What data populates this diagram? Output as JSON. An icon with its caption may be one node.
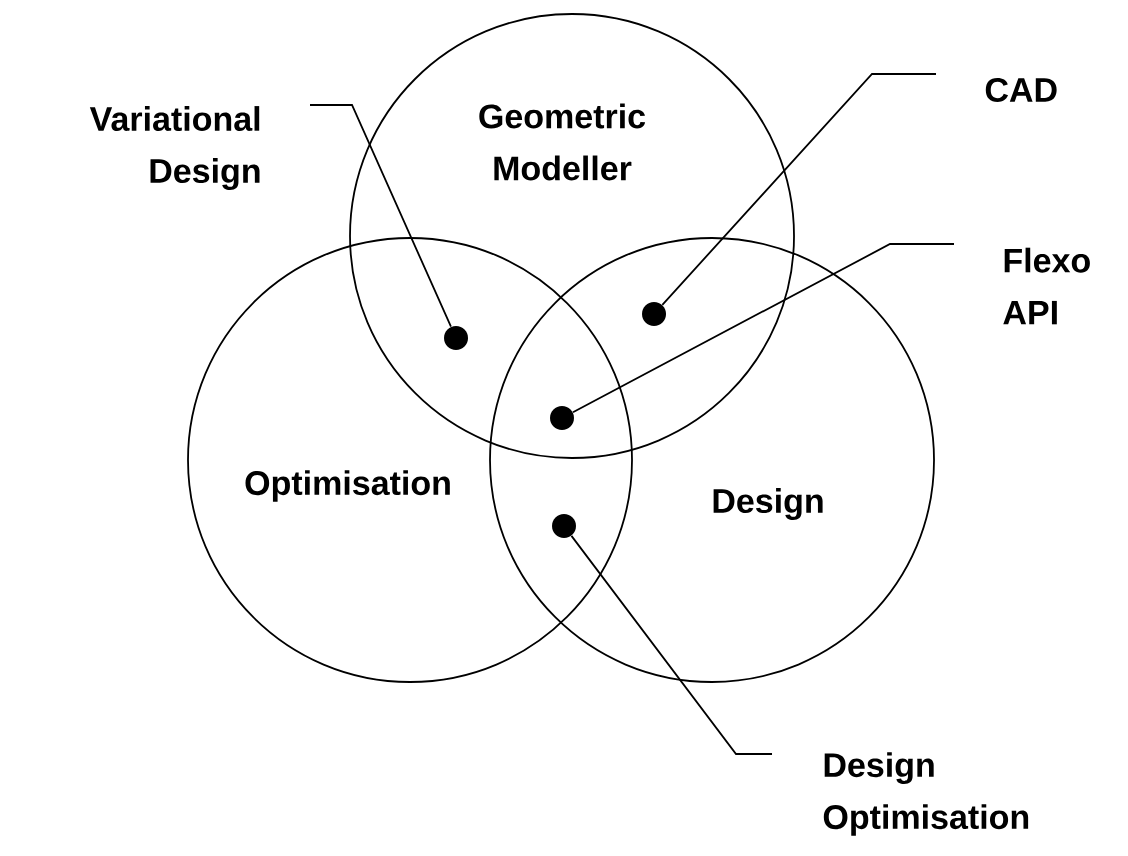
{
  "diagram": {
    "nodes": [
      {
        "text": [
          "Geometric Modeller"
        ]
      },
      {
        "text": [
          "Optimisation"
        ]
      },
      {
        "text": [
          "Design"
        ]
      },
      {
        "text": [
          "Variational Design"
        ]
      },
      {
        "text": [
          "CAD"
        ]
      },
      {
        "text": [
          "Flexo API"
        ]
      },
      {
        "text": [
          "Design Optimisation"
        ]
      },
      {
        "text": [],
        "shape": "circle"
      },
      {
        "text": [],
        "shape": "circle"
      },
      {
        "text": [],
        "shape": "circle"
      },
      {
        "text": [],
        "shape": "circle"
      }
    ],
    "edges": [
      {
        "from": 3,
        "to": 7,
        "arrow": "none"
      },
      {
        "from": 4,
        "to": 8,
        "arrow": "none"
      },
      {
        "from": 5,
        "to": 9,
        "arrow": "none"
      },
      {
        "from": 6,
        "to": 10,
        "arrow": "none"
      }
    ]
  }
}
